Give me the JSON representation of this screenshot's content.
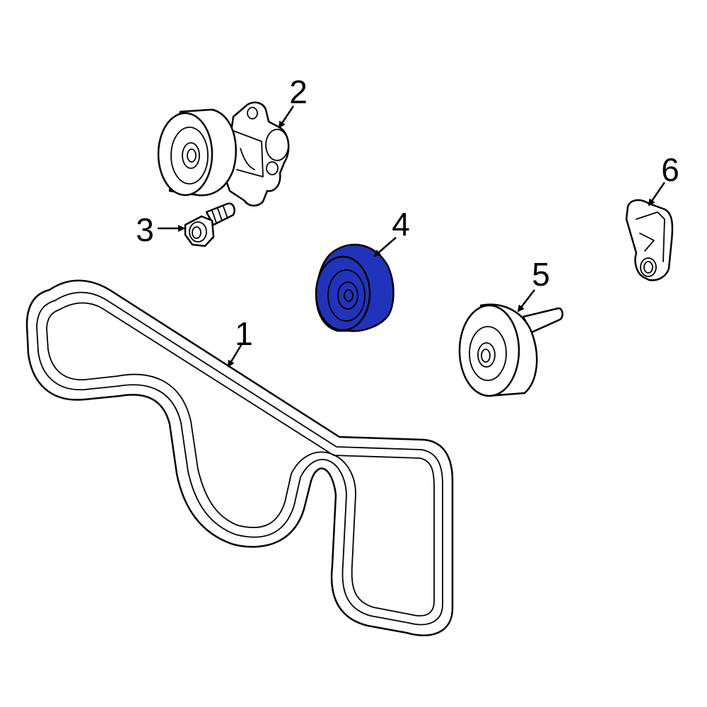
{
  "colors": {
    "background": "#ffffff",
    "line": "#000000",
    "highlight": "#2233bb"
  },
  "callouts": [
    {
      "number": "1",
      "part": "drive-belt"
    },
    {
      "number": "2",
      "part": "belt-tensioner"
    },
    {
      "number": "3",
      "part": "tensioner-bolt"
    },
    {
      "number": "4",
      "part": "idler-pulley-highlighted"
    },
    {
      "number": "5",
      "part": "idler-pulley"
    },
    {
      "number": "6",
      "part": "bracket"
    }
  ]
}
